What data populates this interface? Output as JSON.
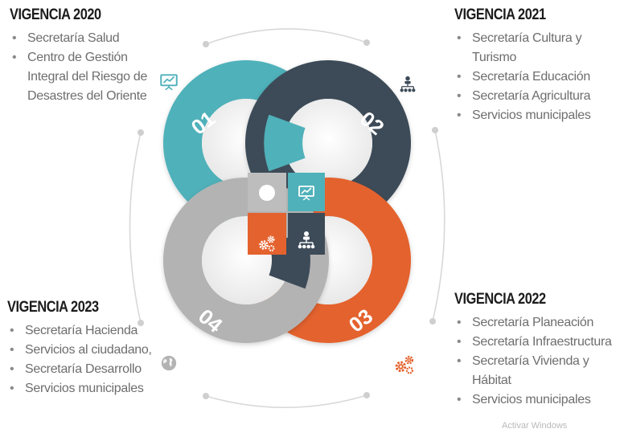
{
  "blocks": [
    {
      "title": "VIGENCIA 2020",
      "items": [
        "Secretaría Salud",
        "Centro de Gestión Integral del Riesgo de Desastres del Oriente"
      ]
    },
    {
      "title": "VIGENCIA 2021",
      "items": [
        "Secretaría Cultura y  Turismo",
        "Secretaría Educación",
        "Secretaría Agricultura",
        "Servicios municipales"
      ]
    },
    {
      "title": "VIGENCIA 2022",
      "items": [
        "Secretaría Planeación",
        "Secretaría Infraestructura",
        "Secretaría Vivienda y Hábitat",
        "Servicios municipales"
      ]
    },
    {
      "title": "VIGENCIA 2023",
      "items": [
        "Secretaría Hacienda",
        "Servicios al ciudadano,",
        "Secretaría Desarrollo",
        "Servicios municipales"
      ]
    }
  ],
  "rings": [
    {
      "number": "01",
      "color": "#4fb1ba"
    },
    {
      "number": "02",
      "color": "#3d4b58"
    },
    {
      "number": "03",
      "color": "#e4622e"
    },
    {
      "number": "04",
      "color": "#b3b3b3"
    }
  ],
  "icons": {
    "inner": [
      "globe-icon",
      "presentation-icon",
      "gears-icon",
      "hierarchy-icon"
    ],
    "outer": [
      "presentation-icon",
      "hierarchy-icon",
      "gears-icon",
      "globe-icon"
    ]
  },
  "watermark": "Activar Windows"
}
